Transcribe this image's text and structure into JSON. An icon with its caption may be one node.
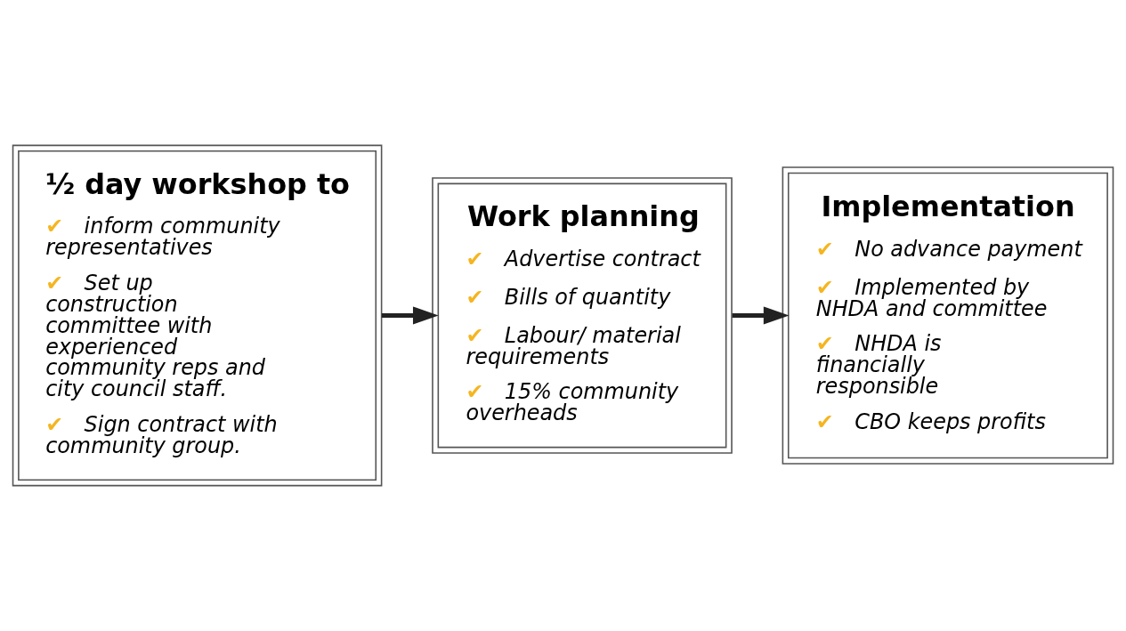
{
  "diagram": {
    "nodes": [
      {
        "text": [
          "½ day workshop to",
          "✔ inform community representatives",
          "✔ Set up construction committee with experienced community reps and city council staff.",
          "✔ Sign contract with community group."
        ]
      },
      {
        "text": [
          "Work planning",
          "✔ Advertise contract",
          "✔ Bills of quantity",
          "✔ Labour/ material requirements",
          "✔ 15% community overheads"
        ]
      },
      {
        "text": [
          "Implementation",
          "✔ No advance payment",
          "✔ Implemented by NHDA and committee",
          "✔ NHDA is financially responsible",
          "✔ CBO keeps profits"
        ]
      }
    ],
    "edges": [
      {
        "from": 0,
        "to": 1,
        "arrow": "to"
      },
      {
        "from": 1,
        "to": 2,
        "arrow": "to"
      }
    ]
  }
}
